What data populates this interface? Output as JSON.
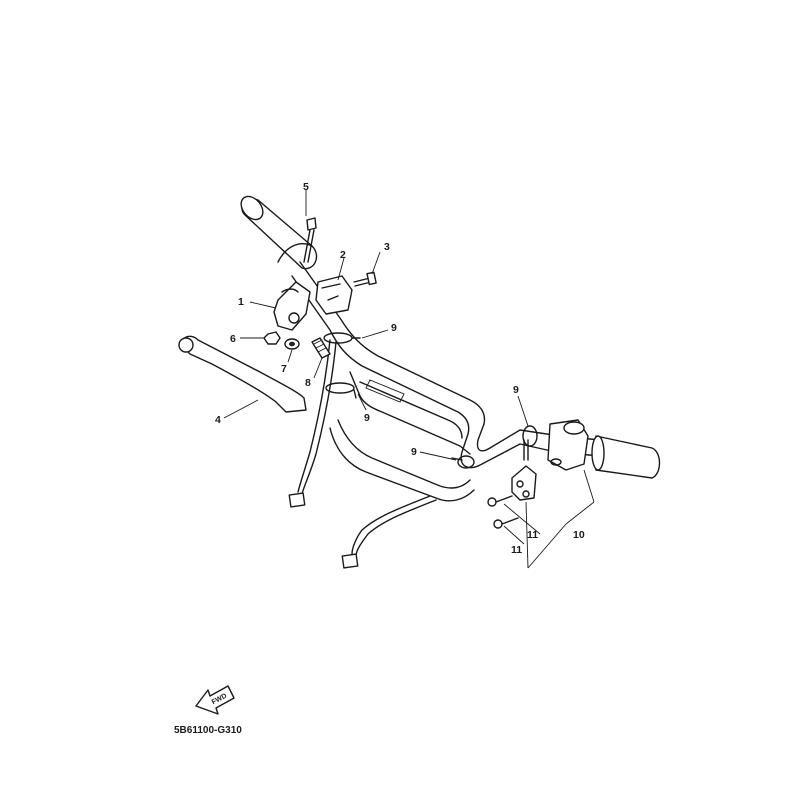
{
  "diagram": {
    "callouts": [
      {
        "id": "c1",
        "text": "1"
      },
      {
        "id": "c2",
        "text": "2"
      },
      {
        "id": "c3",
        "text": "3"
      },
      {
        "id": "c4",
        "text": "4"
      },
      {
        "id": "c5",
        "text": "5"
      },
      {
        "id": "c6",
        "text": "6"
      },
      {
        "id": "c7",
        "text": "7"
      },
      {
        "id": "c8",
        "text": "8"
      },
      {
        "id": "c9a",
        "text": "9"
      },
      {
        "id": "c9b",
        "text": "9"
      },
      {
        "id": "c9c",
        "text": "9"
      },
      {
        "id": "c9d",
        "text": "9"
      },
      {
        "id": "c10",
        "text": "10"
      },
      {
        "id": "c11a",
        "text": "11"
      },
      {
        "id": "c11b",
        "text": "11"
      }
    ],
    "fwd_label": "FWD",
    "drawing_code": "5B61100-G310",
    "icons": {
      "direction": "fwd-arrow-icon"
    }
  }
}
